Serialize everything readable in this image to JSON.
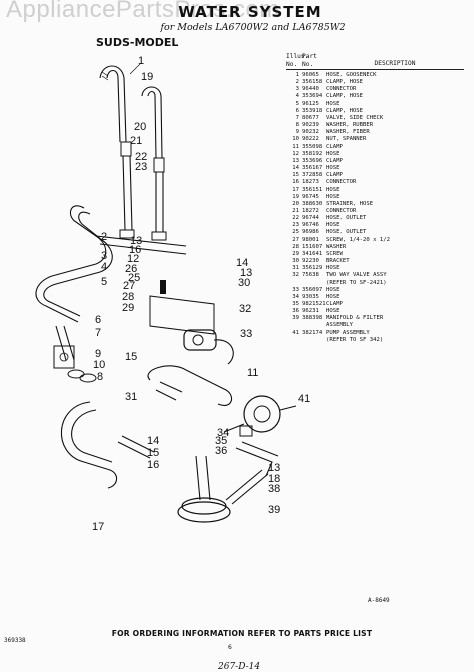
{
  "watermark": "AppliancePartsPros.com",
  "title": "WATER SYSTEM",
  "models": "for Models LA6700W2 and LA6785W2",
  "section": "SUDS-MODEL",
  "table": {
    "col_illus": "Illus.\nNo.",
    "col_part": "Part\nNo.",
    "col_desc": "DESCRIPTION",
    "rows": [
      {
        "illus": "1",
        "part": "96065",
        "desc": "HOSE, GOOSENECK"
      },
      {
        "illus": "2",
        "part": "356158",
        "desc": "CLAMP, HOSE"
      },
      {
        "illus": "3",
        "part": "96440",
        "desc": "CONNECTOR"
      },
      {
        "illus": "4",
        "part": "353694",
        "desc": "CLAMP, HOSE"
      },
      {
        "illus": "5",
        "part": "96125",
        "desc": "HOSE"
      },
      {
        "illus": "6",
        "part": "353918",
        "desc": "CLAMP, HOSE"
      },
      {
        "illus": "7",
        "part": "80677",
        "desc": "VALVE, SIDE CHECK"
      },
      {
        "illus": "8",
        "part": "90239",
        "desc": "WASHER, RUBBER"
      },
      {
        "illus": "9",
        "part": "90232",
        "desc": "WASHER, FIBER"
      },
      {
        "illus": "10",
        "part": "90222",
        "desc": "NUT, SPANNER"
      },
      {
        "illus": "11",
        "part": "355098",
        "desc": "CLAMP"
      },
      {
        "illus": "12",
        "part": "358192",
        "desc": "HOSE"
      },
      {
        "illus": "13",
        "part": "353696",
        "desc": "CLAMP"
      },
      {
        "illus": "14",
        "part": "356167",
        "desc": "HOSE"
      },
      {
        "illus": "15",
        "part": "372858",
        "desc": "CLAMP"
      },
      {
        "illus": "16",
        "part": "18273",
        "desc": "CONNECTOR"
      },
      {
        "illus": "17",
        "part": "356151",
        "desc": "HOSE"
      },
      {
        "illus": "19",
        "part": "96745",
        "desc": "HOSE"
      },
      {
        "illus": "20",
        "part": "388630",
        "desc": "STRAINER, HOSE"
      },
      {
        "illus": "21",
        "part": "18272",
        "desc": "CONNECTOR"
      },
      {
        "illus": "22",
        "part": "96744",
        "desc": "HOSE, OUTLET"
      },
      {
        "illus": "23",
        "part": "96746",
        "desc": "HOSE"
      },
      {
        "illus": "25",
        "part": "96986",
        "desc": "HOSE, OUTLET"
      },
      {
        "illus": "27",
        "part": "98001",
        "desc": "SCREW, 1/4-20 x 1/2"
      },
      {
        "illus": "28",
        "part": "151607",
        "desc": "WASHER"
      },
      {
        "illus": "29",
        "part": "341641",
        "desc": "SCREW"
      },
      {
        "illus": "30",
        "part": "92230",
        "desc": "BRACKET"
      },
      {
        "illus": "31",
        "part": "356129",
        "desc": "HOSE"
      },
      {
        "illus": "32",
        "part": "75638",
        "desc": "TWO WAY VALVE ASSY"
      },
      {
        "illus": "",
        "part": "",
        "desc": "(REFER TO SF-2421)"
      },
      {
        "illus": "33",
        "part": "356097",
        "desc": "HOSE"
      },
      {
        "illus": "34",
        "part": "93035",
        "desc": "HOSE"
      },
      {
        "illus": "35",
        "part": "9821521",
        "desc": "CLAMP"
      },
      {
        "illus": "36",
        "part": "96231",
        "desc": "HOSE"
      },
      {
        "illus": "39",
        "part": "388398",
        "desc": "MANIFOLD & FILTER"
      },
      {
        "illus": "",
        "part": "",
        "desc": "ASSEMBLY"
      },
      {
        "illus": "41",
        "part": "382174",
        "desc": "PUMP ASSEMBLY"
      },
      {
        "illus": "",
        "part": "",
        "desc": "(REFER TO SF 342)"
      }
    ]
  },
  "callouts": [
    "1",
    "19",
    "20",
    "21",
    "22",
    "23",
    "2",
    "3",
    "4",
    "5",
    "13",
    "16",
    "12",
    "26",
    "25",
    "27",
    "28",
    "29",
    "6",
    "7",
    "9",
    "10",
    "8",
    "14",
    "13",
    "30",
    "32",
    "33",
    "15",
    "11",
    "31",
    "41",
    "34",
    "35",
    "36",
    "14",
    "15",
    "16",
    "17",
    "38",
    "39",
    "13",
    "18"
  ],
  "diagram_code": "A-8649",
  "footer": "FOR ORDERING INFORMATION REFER TO PARTS PRICE LIST",
  "page_number": "6",
  "doc_code": "369338",
  "handwritten": "267-D-14"
}
